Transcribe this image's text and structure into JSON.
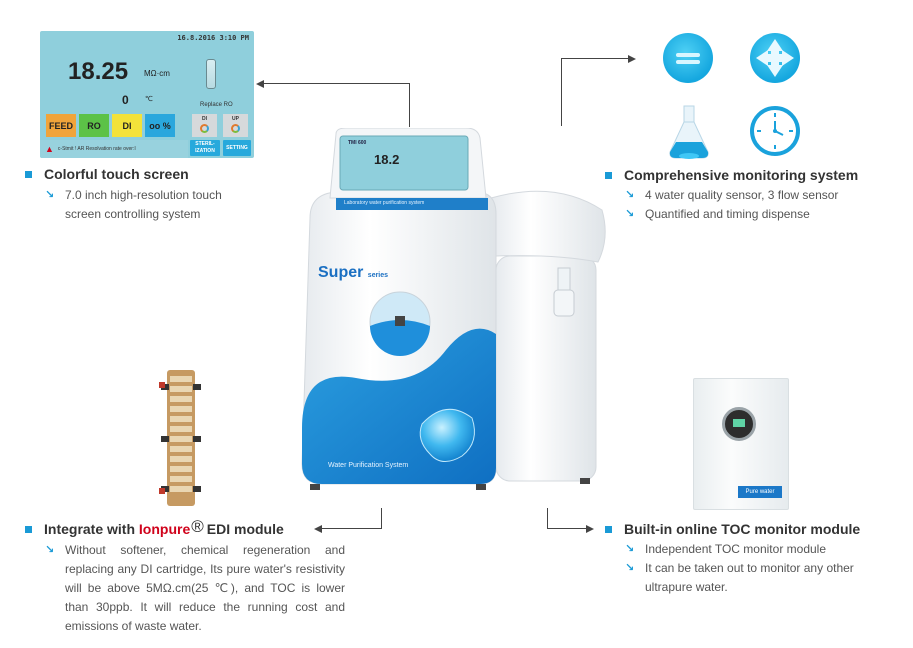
{
  "screen": {
    "datetime": "16.8.2016  3:10  PM",
    "resistivity_value": "18.25",
    "resistivity_unit": "MΩ·cm",
    "temperature_value": "0",
    "temperature_unit": "℃",
    "replace_label": "Replace RO",
    "buttons": [
      {
        "label": "FEED",
        "color": "#f0a43a"
      },
      {
        "label": "RO",
        "color": "#5cc247"
      },
      {
        "label": "DI",
        "color": "#f3e23a"
      },
      {
        "label": "oo %",
        "color": "#2aa7dd"
      }
    ],
    "mini_buttons": [
      "DI",
      "UP"
    ],
    "status_text": "c-Stmit !   AR Resolvation rate over:I",
    "control_buttons": [
      "STERIL-\nIZATION",
      "SETTING"
    ]
  },
  "features": {
    "touch": {
      "title": "Colorful touch screen",
      "bullets": [
        "7.0 inch high-resolution touch screen controlling system"
      ]
    },
    "monitoring": {
      "title": "Comprehensive monitoring system",
      "bullets": [
        "4 water quality sensor, 3 flow sensor",
        "Quantified and timing dispense"
      ]
    },
    "edi": {
      "title_prefix": "Integrate with ",
      "title_brand": "Ionpure",
      "title_reg": "®",
      "title_suffix": "EDI module",
      "bullets": [
        "Without softener, chemical regeneration and replacing any DI cartridge, Its pure water's resistivity will be above 5MΩ.cm(25 ℃), and TOC is lower than 30ppb. It will reduce the running cost and emissions of waste water."
      ]
    },
    "toc": {
      "title": "Built-in online TOC monitor module",
      "bullets": [
        "Independent TOC monitor module",
        "It can be taken out to monitor any other ultrapure water."
      ]
    }
  },
  "machine": {
    "brand": "Super",
    "series": "series",
    "caption": "Water Purification System",
    "screen_value": "18.2",
    "top_label": "TMI 600",
    "band_text": "Laboratory  water  purification  system"
  },
  "toc_module": {
    "label": "Pure water"
  },
  "colors": {
    "accent": "#1a9ad6",
    "brand_red": "#d0021b"
  }
}
